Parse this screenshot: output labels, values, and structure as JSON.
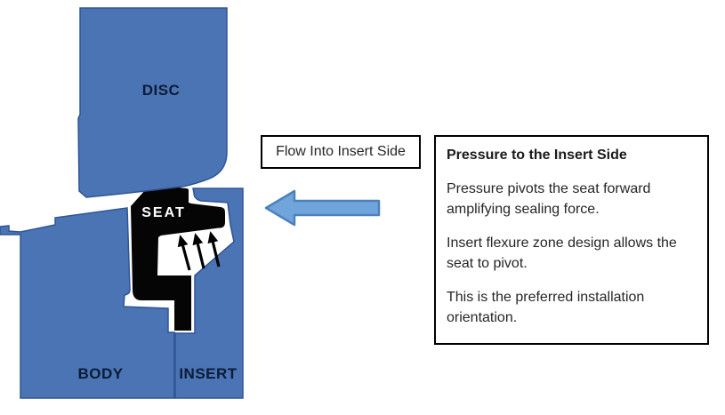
{
  "colors": {
    "shape_blue": "#4A74B4",
    "shape_blue_stroke": "#2F5597",
    "seat_black": "#050505",
    "label_navy": "#0D1B36",
    "seat_label_white": "#FFFFFF",
    "arrow_fill": "#6FA5DB",
    "arrow_stroke": "#4E81BC",
    "box_border": "#000000",
    "text_dark": "#262626"
  },
  "diagram": {
    "labels": {
      "disc": "DISC",
      "seat": "SEAT",
      "body": "BODY",
      "insert": "INSERT"
    },
    "icons": {
      "pressure_arrows": "three-up-arrows-icon",
      "flow_arrow": "left-block-arrow-icon"
    }
  },
  "flow_callout": {
    "label": "Flow Into Insert Side"
  },
  "info_box": {
    "title": "Pressure to the Insert Side",
    "paragraphs": [
      "Pressure pivots the seat forward amplifying sealing force.",
      "Insert flexure zone design allows the seat to pivot.",
      "This is the preferred installation orientation."
    ]
  }
}
